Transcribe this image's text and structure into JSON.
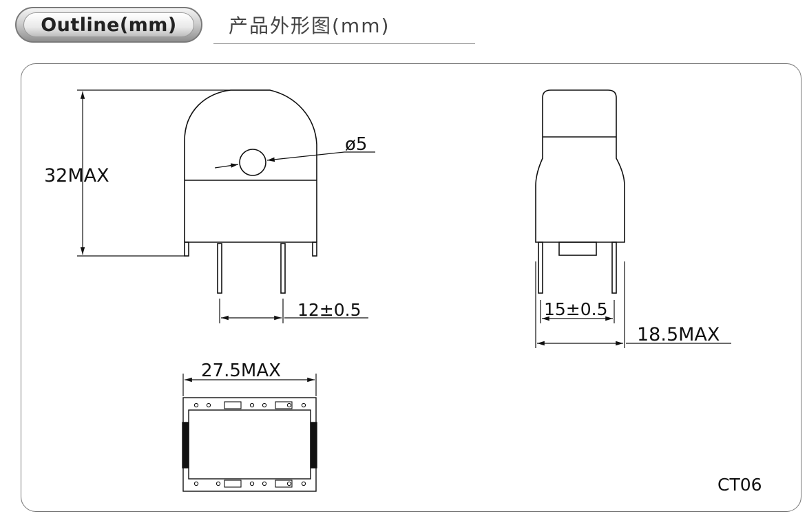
{
  "header": {
    "badge_label": "Outline(mm)",
    "title_cn": "产品外形图(mm)"
  },
  "dimensions": {
    "height": "32MAX",
    "hole": "ø5",
    "pin_pitch_front": "12±0.5",
    "width_bottom": "27.5MAX",
    "pin_pitch_side": "15±0.5",
    "depth": "18.5MAX"
  },
  "model": "CT06"
}
